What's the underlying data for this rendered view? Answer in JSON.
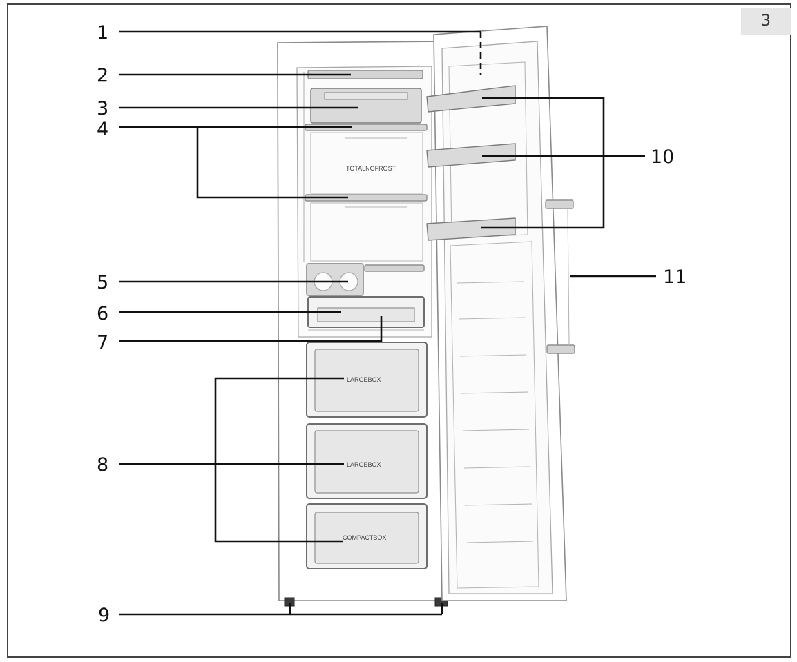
{
  "page_tab": "3",
  "body_labels": {
    "nofrost_badge": "TOTALNOFROST",
    "drawer_top": "LARGEBOX",
    "drawer_middle": "LARGEBOX",
    "drawer_bottom": "COMPACTBOX"
  },
  "callouts": [
    {
      "id": "1",
      "label": "1"
    },
    {
      "id": "2",
      "label": "2"
    },
    {
      "id": "3",
      "label": "3"
    },
    {
      "id": "4",
      "label": "4"
    },
    {
      "id": "5",
      "label": "5"
    },
    {
      "id": "6",
      "label": "6"
    },
    {
      "id": "7",
      "label": "7"
    },
    {
      "id": "8",
      "label": "8"
    },
    {
      "id": "9",
      "label": "9"
    },
    {
      "id": "10",
      "label": "10"
    },
    {
      "id": "11",
      "label": "11"
    }
  ]
}
